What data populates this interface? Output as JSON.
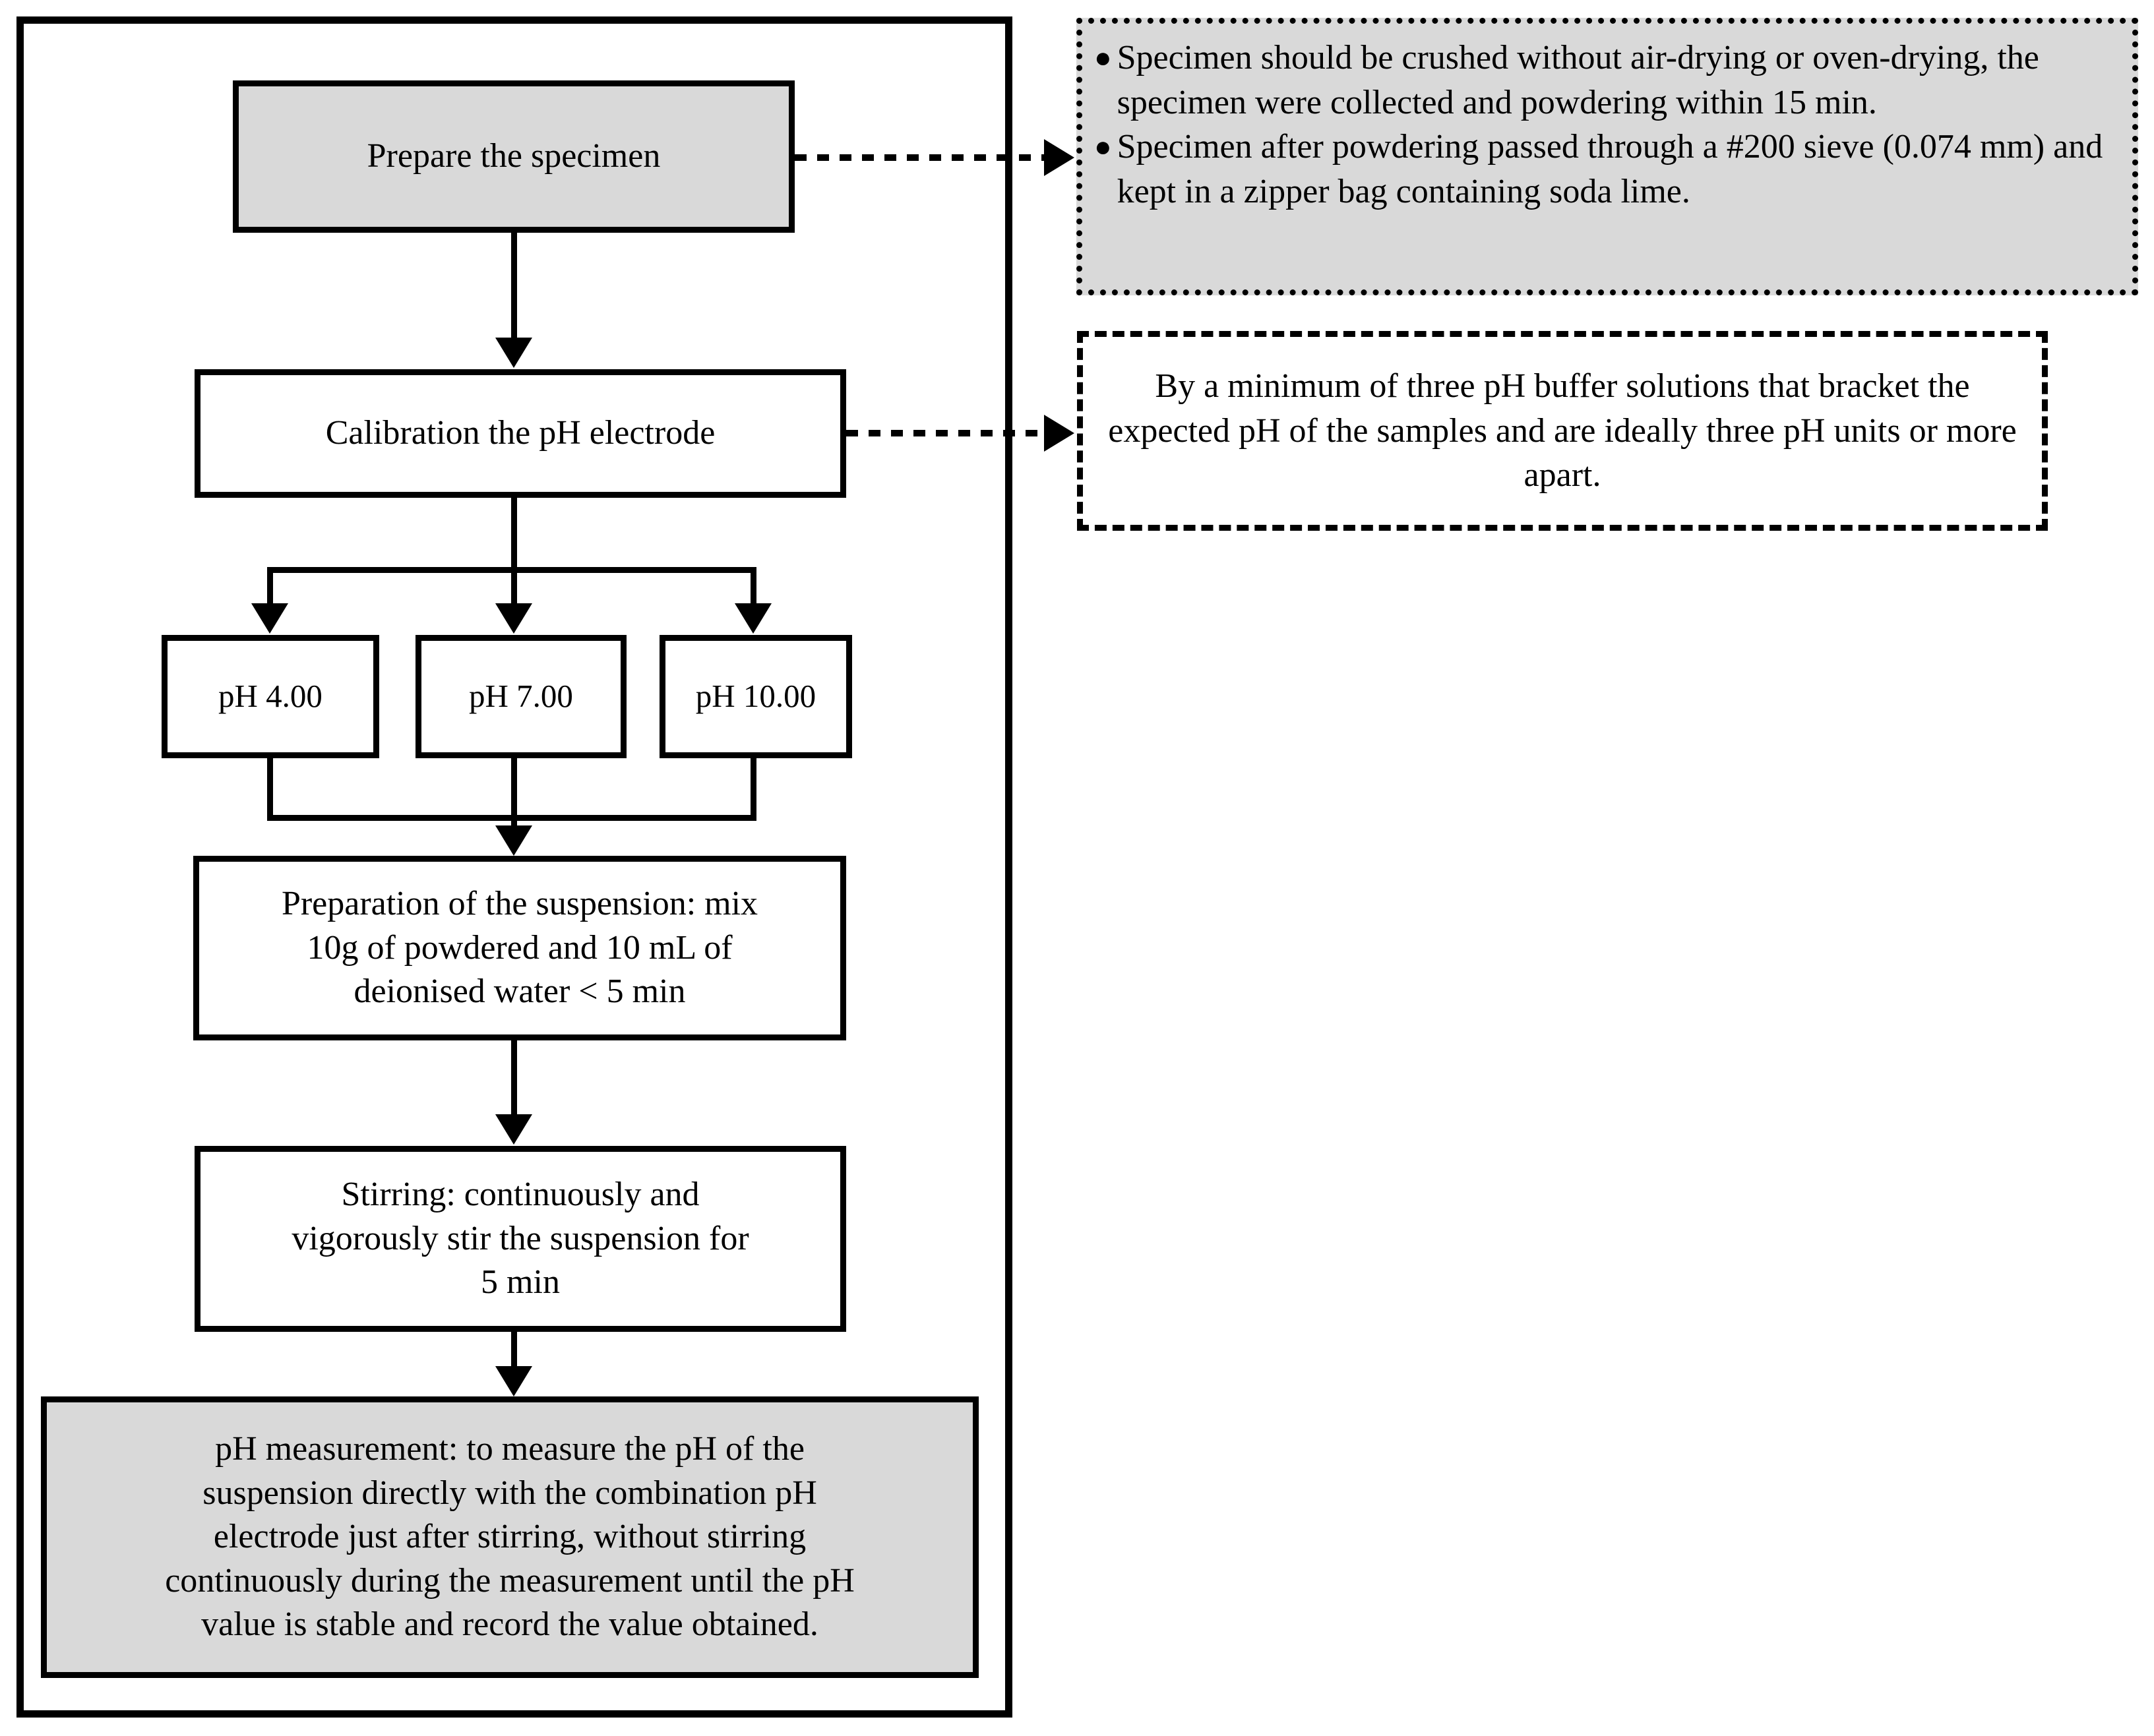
{
  "diagram": {
    "title": "pH measurement procedure flowchart",
    "colors": {
      "fill_gray": "#d9d9d9",
      "line_black": "#000000",
      "background": "#ffffff"
    }
  },
  "flow": {
    "steps": [
      {
        "id": "prepare-specimen",
        "label": "Prepare the specimen",
        "filled": true
      },
      {
        "id": "calibration",
        "label": "Calibration the pH electrode",
        "filled": false
      },
      {
        "id": "ph-4",
        "label": "pH 4.00",
        "filled": false
      },
      {
        "id": "ph-7",
        "label": "pH 7.00",
        "filled": false
      },
      {
        "id": "ph-10",
        "label": "pH 10.00",
        "filled": false
      },
      {
        "id": "suspension",
        "label": "Preparation of the suspension: mix\n10g of powdered and 10 mL of\ndeionised water < 5 min",
        "filled": false
      },
      {
        "id": "stirring",
        "label": "Stirring: continuously and\nvigorously stir the suspension for\n5 min",
        "filled": false
      },
      {
        "id": "ph-measurement",
        "label": "pH measurement: to measure the pH of the\nsuspension directly with the combination pH\nelectrode just after stirring, without stirring\ncontinuously during the measurement until the pH\nvalue is stable and record the value obtained.",
        "filled": true
      }
    ]
  },
  "notes": {
    "specimen_note": {
      "id": "specimen-note",
      "bullets": [
        "Specimen should be crushed without air-drying or oven-drying, the specimen were collected and powdering within 15 min.",
        "Specimen after powdering passed through a #200 sieve (0.074 mm) and kept in a zipper bag containing soda lime."
      ],
      "bullet_glyph": "●",
      "filled": true
    },
    "calibration_note": {
      "id": "calibration-note",
      "text": "By a minimum of three pH buffer solutions that bracket the expected pH of the samples and are ideally three pH units or more apart.",
      "filled": false
    }
  }
}
